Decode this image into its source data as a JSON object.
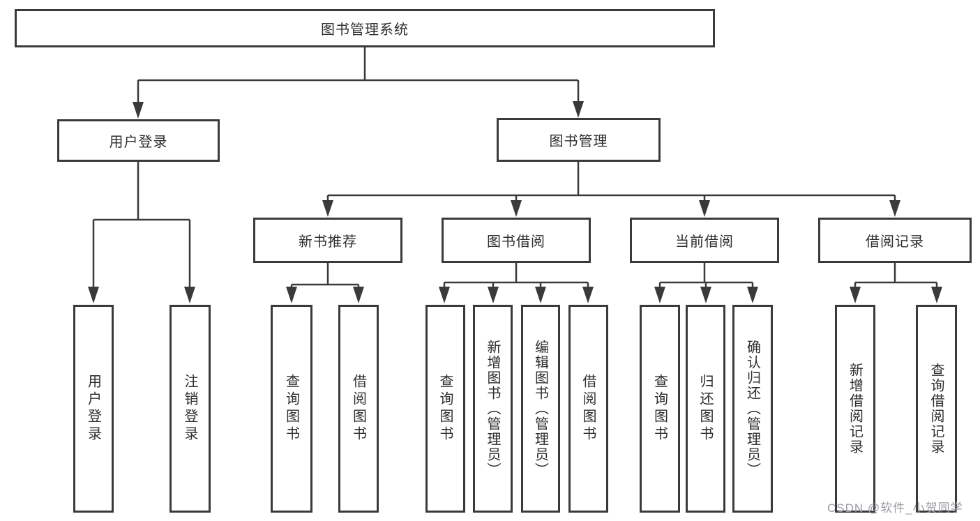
{
  "diagram_title": "图书管理系统",
  "colors": {
    "line": "#3a3a3a",
    "box_border": "#3a3a3a",
    "text": "#2e2e2e",
    "watermark": "#9b9ba3",
    "background": "#ffffff"
  },
  "tree": {
    "label": "图书管理系统",
    "children": [
      {
        "label": "用户登录",
        "children": [
          {
            "label": "用户登录"
          },
          {
            "label": "注销登录"
          }
        ]
      },
      {
        "label": "图书管理",
        "children": [
          {
            "label": "新书推荐",
            "children": [
              {
                "label": "查询图书"
              },
              {
                "label": "借阅图书"
              }
            ]
          },
          {
            "label": "图书借阅",
            "children": [
              {
                "label": "查询图书"
              },
              {
                "label": "新增图书（管理员）"
              },
              {
                "label": "编辑图书（管理员）"
              },
              {
                "label": "借阅图书"
              }
            ]
          },
          {
            "label": "当前借阅",
            "children": [
              {
                "label": "查询图书"
              },
              {
                "label": "归还图书"
              },
              {
                "label": "确认归还（管理员）"
              }
            ]
          },
          {
            "label": "借阅记录",
            "children": [
              {
                "label": "新增借阅记录"
              },
              {
                "label": "查询借阅记录"
              }
            ]
          }
        ]
      }
    ]
  },
  "watermark": {
    "text": "CSDN @软件_小贺同学"
  }
}
